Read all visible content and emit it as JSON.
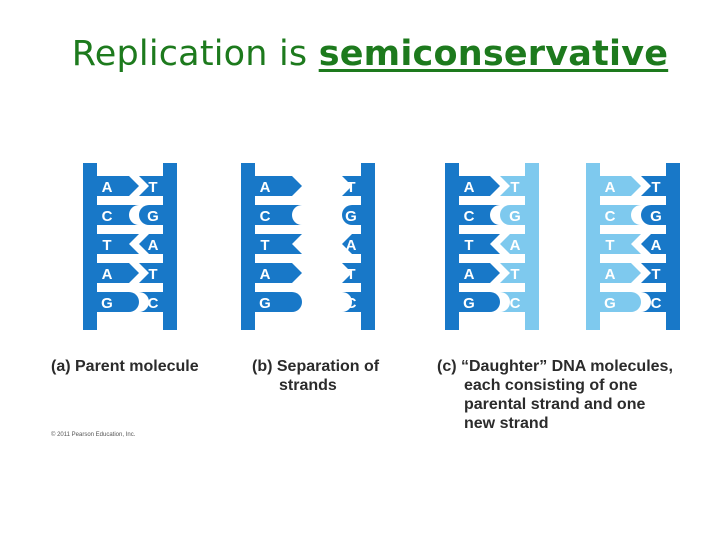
{
  "slide": {
    "title_lead": "Replication is ",
    "title_emphasis": "semiconservative",
    "copyright": "© 2011 Pearson Education, Inc."
  },
  "colors": {
    "title": "#1d7a1d",
    "parental_strand": "#1878c8",
    "new_strand": "#7ec9ee",
    "caption_text": "#2b2b2b"
  },
  "panels": [
    {
      "id": "a",
      "caption_lines": [
        "(a) Parent molecule"
      ],
      "left_strand": "parental",
      "right_strand": "parental",
      "separated": false,
      "pairs": [
        [
          "A",
          "T"
        ],
        [
          "C",
          "G"
        ],
        [
          "T",
          "A"
        ],
        [
          "A",
          "T"
        ],
        [
          "G",
          "C"
        ]
      ]
    },
    {
      "id": "b",
      "caption_lines": [
        "(b) Separation of",
        "strands"
      ],
      "left_strand": "parental",
      "right_strand": "parental",
      "separated": true,
      "pairs": [
        [
          "A",
          "T"
        ],
        [
          "C",
          "G"
        ],
        [
          "T",
          "A"
        ],
        [
          "A",
          "T"
        ],
        [
          "G",
          "C"
        ]
      ]
    },
    {
      "id": "c1",
      "caption_lines": [
        "(c) “Daughter” DNA molecules,",
        "each consisting of one",
        "parental strand and one",
        "new strand"
      ],
      "left_strand": "parental",
      "right_strand": "new",
      "separated": false,
      "pairs": [
        [
          "A",
          "T"
        ],
        [
          "C",
          "G"
        ],
        [
          "T",
          "A"
        ],
        [
          "A",
          "T"
        ],
        [
          "G",
          "C"
        ]
      ]
    },
    {
      "id": "c2",
      "caption_lines": [],
      "left_strand": "new",
      "right_strand": "parental",
      "separated": false,
      "pairs": [
        [
          "A",
          "T"
        ],
        [
          "C",
          "G"
        ],
        [
          "T",
          "A"
        ],
        [
          "A",
          "T"
        ],
        [
          "G",
          "C"
        ]
      ]
    }
  ]
}
